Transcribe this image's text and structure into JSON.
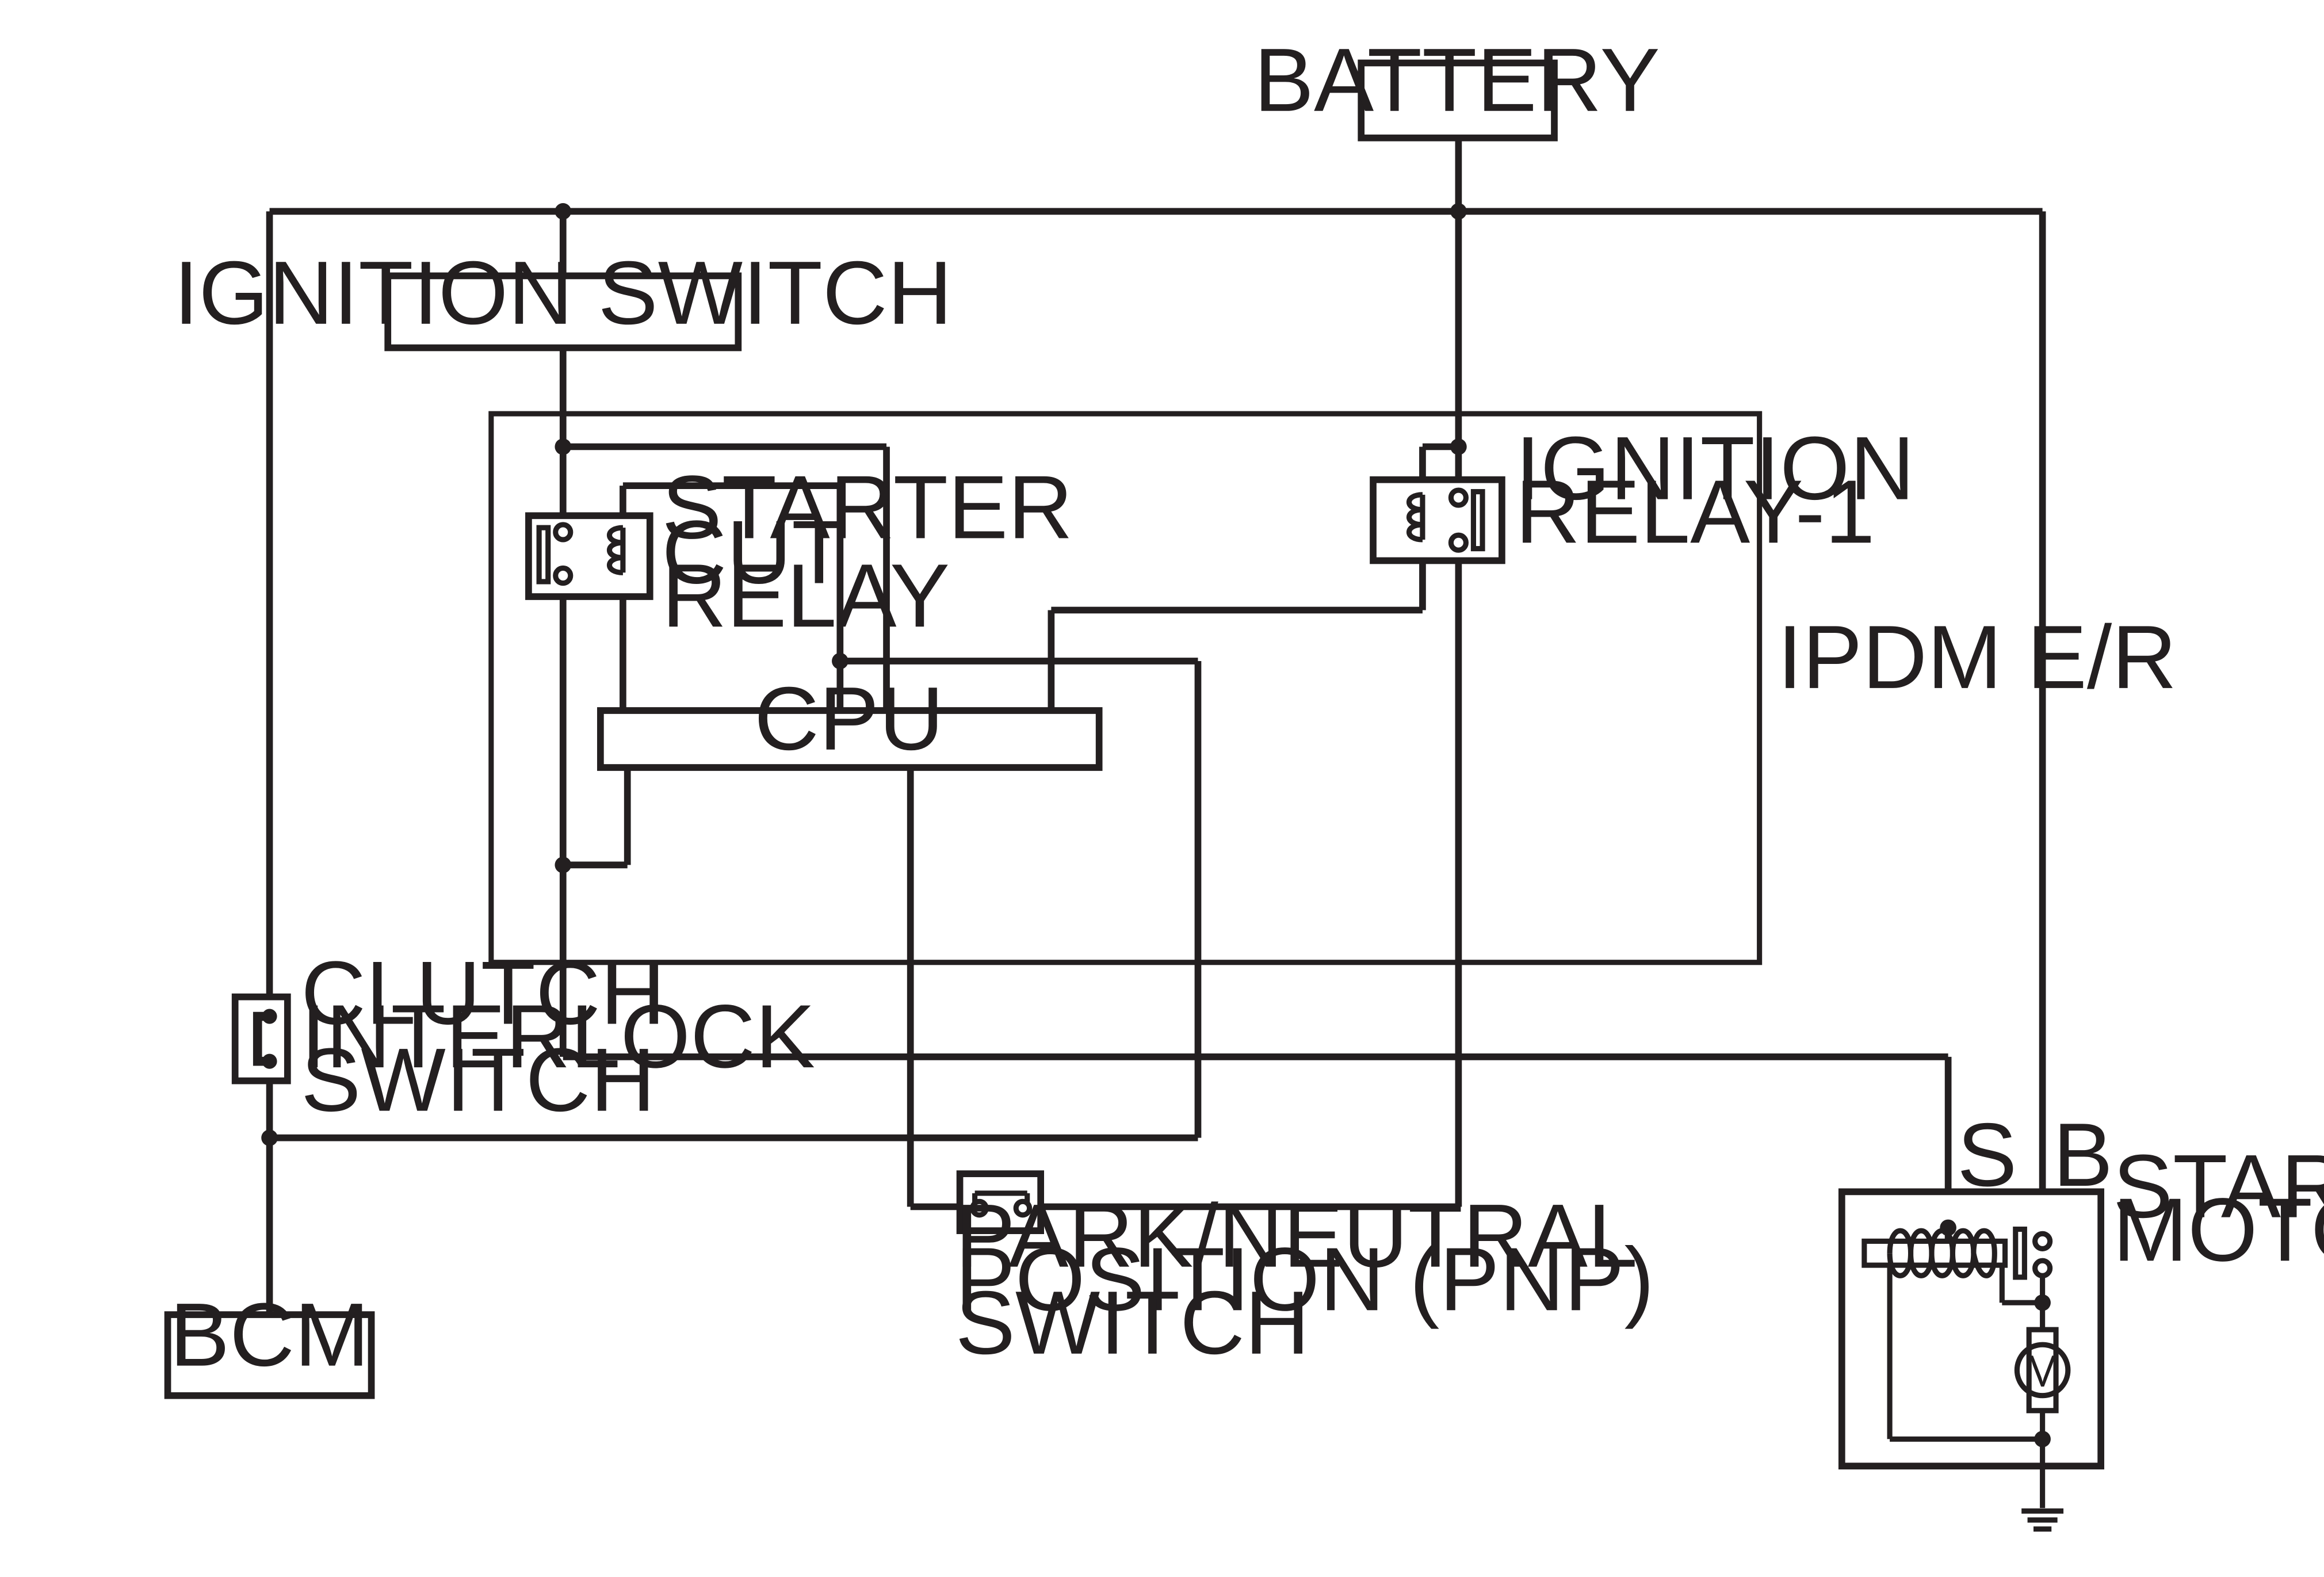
{
  "components": {
    "battery": "BATTERY",
    "ignition_switch": "IGNITION SWITCH",
    "starter_cut_relay": [
      "STARTER",
      "CUT",
      "RELAY"
    ],
    "ignition_relay": [
      "IGNITION",
      "RELAY-1"
    ],
    "ipdm": "IPDM E/R",
    "cpu": "CPU",
    "clutch_interlock_switch": [
      "CLUTCH",
      "INTERLOCK",
      "SWITCH"
    ],
    "pnp_switch": [
      "PARK/NEUTRAL",
      "POSITION (PNP)",
      "SWITCH"
    ],
    "bcm": "BCM",
    "starter_motor": [
      "STARTER",
      "MOTOR"
    ],
    "terminal_s": "S",
    "terminal_b": "B",
    "motor_symbol": "M"
  }
}
